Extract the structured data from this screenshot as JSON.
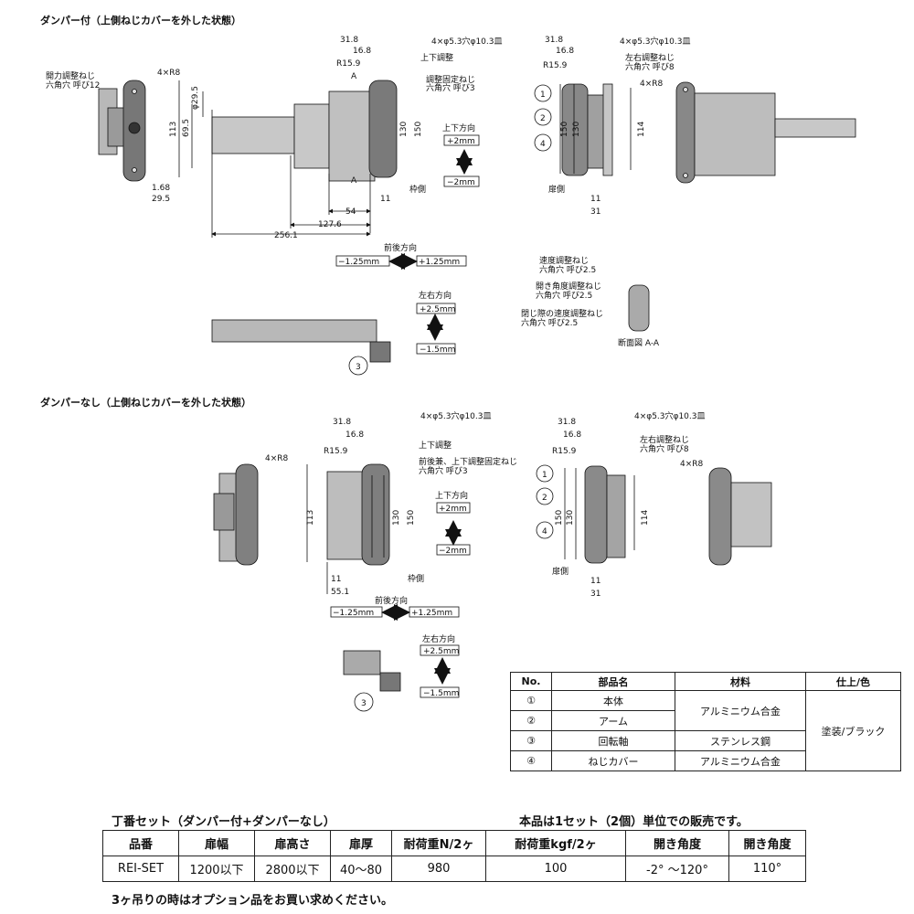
{
  "section1_title": "ダンパー付（上側ねじカバーを外した状態）",
  "section2_title": "ダンパーなし（上側ねじカバーを外した状態）",
  "dims": {
    "d31_8": "31.8",
    "d16_8": "16.8",
    "dR15_9": "R15.9",
    "holes": "4×φ5.3穴φ10.3皿",
    "updown_adjust": "上下調整",
    "fix_screw": "調整固定ねじ",
    "hex3": "六角穴 呼び3",
    "dA": "A",
    "r4": "4×R8",
    "open_screw": "開力調整ねじ",
    "hex12": "六角穴 呼び12",
    "d29_5v": "φ29.5",
    "d69_5": "69.5",
    "d113": "113",
    "d130": "130",
    "d150": "150",
    "d1_68": "1.68",
    "d29_5": "29.5",
    "d11": "11",
    "d54": "54",
    "d127_6": "127.6",
    "d256_1": "256.1",
    "waku": "枠側",
    "updown_dir": "上下方向",
    "p2mm": "+2mm",
    "m2mm": "−2mm",
    "fb_dir": "前後方向",
    "m125": "−1.25mm",
    "p125": "+1.25mm",
    "lr_dir": "左右方向",
    "p25": "+2.5mm",
    "m15": "−1.5mm",
    "n1": "1",
    "n2": "2",
    "n3": "3",
    "n4": "4",
    "lr_screw": "左右調整ねじ",
    "hex8": "六角穴 呼び8",
    "d114": "114",
    "tobira": "扉側",
    "d31": "31",
    "speed_screw": "速度調整ねじ",
    "hex25": "六角穴 呼び2.5",
    "angle_screw": "開き角度調整ねじ",
    "close_screw": "閉じ際の速度調整ねじ",
    "section_aa": "断面図 A-A",
    "combo_screw": "前後兼、上下調整固定ねじ",
    "d55_1": "55.1"
  },
  "parts_table": {
    "headers": [
      "No.",
      "部品名",
      "材料",
      "仕上/色"
    ],
    "rows": [
      {
        "no": "①",
        "name": "本体",
        "material": "アルミニウム合金",
        "finish": "塗装/ブラック"
      },
      {
        "no": "②",
        "name": "アーム",
        "material": "",
        "finish": ""
      },
      {
        "no": "③",
        "name": "回転軸",
        "material": "ステンレス鋼",
        "finish": ""
      },
      {
        "no": "④",
        "name": "ねじカバー",
        "material": "アルミニウム合金",
        "finish": ""
      }
    ]
  },
  "spec": {
    "title": "丁番セット（ダンパー付+ダンパーなし）",
    "note_right": "本品は1セット（2個）単位での販売です。",
    "headers": [
      "品番",
      "扉幅",
      "扉高さ",
      "扉厚",
      "耐荷重N/2ヶ",
      "耐荷重kgf/2ヶ",
      "開き角度",
      "開き角度"
    ],
    "row": [
      "REI-SET",
      "1200以下",
      "2800以下",
      "40～80",
      "980",
      "100",
      "-2° ～120°",
      "110°"
    ],
    "footnote": "3ヶ吊りの時はオプション品をお買い求めください。"
  }
}
